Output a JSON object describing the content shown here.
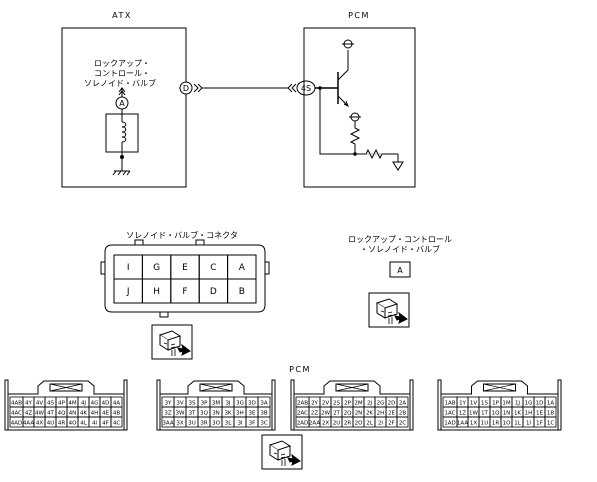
{
  "colors": {
    "line": "#000000",
    "background": "#ffffff"
  },
  "schematic": {
    "atx_title": "ATX",
    "pcm_title": "PCM",
    "solenoid_label": [
      "ロックアップ・",
      "コントロール・",
      "ソレノイド・バルブ"
    ],
    "terminal_a": "A",
    "connector_d": "D",
    "terminal_4s": "4S"
  },
  "solenoid_connector": {
    "title": "ソレノイド・バルブ・コネクタ",
    "row1": [
      "I",
      "G",
      "E",
      "C",
      "A"
    ],
    "row2": [
      "J",
      "H",
      "F",
      "D",
      "B"
    ]
  },
  "lockup_connector": {
    "title": [
      "ロックアップ・コントロール",
      "・ソレノイド・バルブ"
    ],
    "terminal": "A"
  },
  "pcm_connector": {
    "title": "PCM",
    "blocks": [
      {
        "rows": [
          [
            "4AB",
            "4Y",
            "4V",
            "4S",
            "4P",
            "4M",
            "4J",
            "4G",
            "4D",
            "4A"
          ],
          [
            "4AC",
            "4Z",
            "4W",
            "4T",
            "4Q",
            "4N",
            "4K",
            "4H",
            "4E",
            "4B"
          ],
          [
            "4AD",
            "4AA",
            "4X",
            "4U",
            "4R",
            "4O",
            "4L",
            "4I",
            "4F",
            "4C"
          ]
        ]
      },
      {
        "rows": [
          [
            "3Y",
            "3V",
            "3S",
            "3P",
            "3M",
            "3J",
            "3G",
            "3D",
            "3A"
          ],
          [
            "3Z",
            "3W",
            "3T",
            "3Q",
            "3N",
            "3K",
            "3H",
            "3E",
            "3B"
          ],
          [
            "3AA",
            "3X",
            "3U",
            "3R",
            "3O",
            "3L",
            "3I",
            "3F",
            "3C"
          ]
        ]
      },
      {
        "rows": [
          [
            "2AB",
            "2Y",
            "2V",
            "2S",
            "2P",
            "2M",
            "2J",
            "2G",
            "2D",
            "2A"
          ],
          [
            "2AC",
            "2Z",
            "2W",
            "2T",
            "2Q",
            "2N",
            "2K",
            "2H",
            "2E",
            "2B"
          ],
          [
            "2AD",
            "2AA",
            "2X",
            "2U",
            "2R",
            "2O",
            "2L",
            "2I",
            "2F",
            "2C"
          ]
        ]
      },
      {
        "rows": [
          [
            "1AB",
            "1Y",
            "1V",
            "1S",
            "1P",
            "1M",
            "1J",
            "1G",
            "1D",
            "1A"
          ],
          [
            "1AC",
            "1Z",
            "1W",
            "1T",
            "1Q",
            "1N",
            "1K",
            "1H",
            "1E",
            "1B"
          ],
          [
            "1AD",
            "1AA",
            "1X",
            "1U",
            "1R",
            "1O",
            "1L",
            "1I",
            "1F",
            "1C"
          ]
        ]
      }
    ]
  }
}
